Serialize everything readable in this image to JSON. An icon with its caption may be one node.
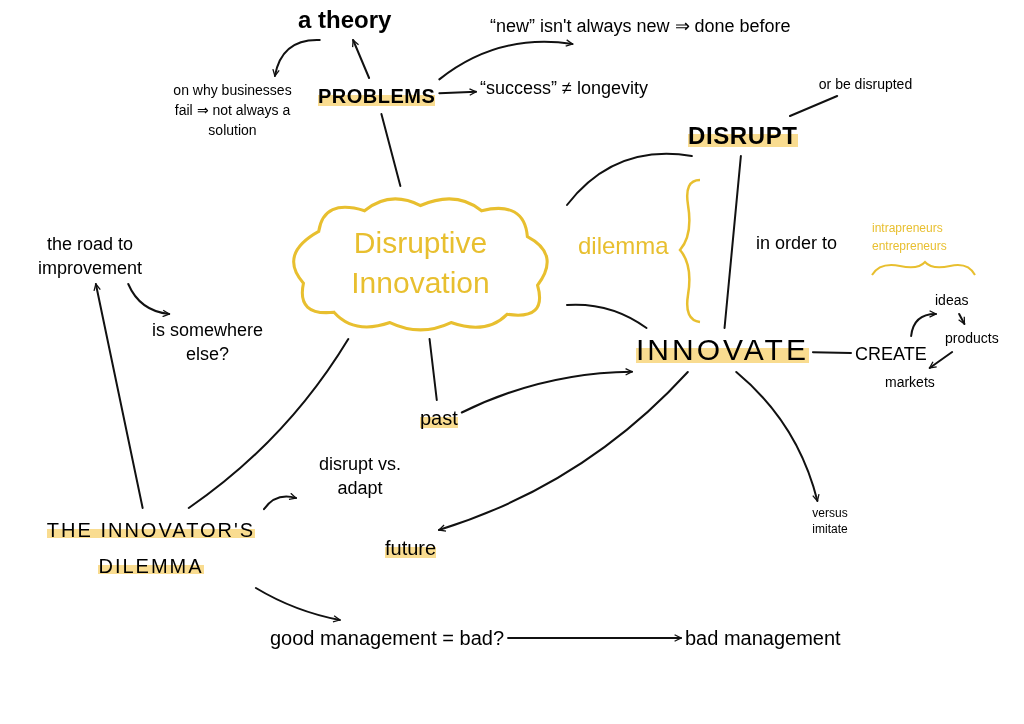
{
  "diagram": {
    "nodes": [
      {
        "text": [
          "a theory"
        ]
      },
      {
        "text": [
          "on why businesses fail ⇒ not always a solution"
        ]
      },
      {
        "text": [
          "PROBLEMS"
        ]
      },
      {
        "text": [
          "“new” isn't always new ⇒ done before"
        ]
      },
      {
        "text": [
          "“success” ≠ longevity"
        ]
      },
      {
        "text": [
          "Disruptive Innovation"
        ]
      },
      {
        "text": [
          "DISRUPT"
        ]
      },
      {
        "text": [
          "or be disrupted"
        ]
      },
      {
        "text": [
          "INNOVATE"
        ]
      },
      {
        "text": [
          "CREATE"
        ]
      },
      {
        "text": [
          "ideas"
        ]
      },
      {
        "text": [
          "products"
        ]
      },
      {
        "text": [
          "markets"
        ]
      },
      {
        "text": [
          "versus imitate"
        ]
      },
      {
        "text": [
          "past"
        ]
      },
      {
        "text": [
          "future"
        ]
      },
      {
        "text": [
          "the road to improvement"
        ]
      },
      {
        "text": [
          "is somewhere else?"
        ]
      },
      {
        "text": [
          "THE INNOVATOR'S DILEMMA"
        ]
      },
      {
        "text": [
          "disrupt vs. adapt"
        ]
      },
      {
        "text": [
          "good management = bad?"
        ]
      },
      {
        "text": [
          "bad management"
        ]
      }
    ],
    "edges": [
      {
        "from": 0,
        "to": 1,
        "arrow": "to"
      },
      {
        "from": 2,
        "to": 0,
        "arrow": "to"
      },
      {
        "from": 2,
        "to": 3,
        "arrow": "to"
      },
      {
        "from": 2,
        "to": 4,
        "arrow": "to"
      },
      {
        "from": 2,
        "to": 5,
        "arrow": "none"
      },
      {
        "from": 5,
        "to": 6,
        "arrow": "none"
      },
      {
        "from": 6,
        "to": 8,
        "arrow": "none",
        "label": "in order to"
      },
      {
        "from": 6,
        "to": 7,
        "arrow": "none"
      },
      {
        "from": 5,
        "to": 8,
        "arrow": "none"
      },
      {
        "from": 8,
        "to": 9,
        "arrow": "none"
      },
      {
        "from": 9,
        "to": 10,
        "arrow": "to"
      },
      {
        "from": 10,
        "to": 11,
        "arrow": "to"
      },
      {
        "from": 11,
        "to": 12,
        "arrow": "to"
      },
      {
        "from": 8,
        "to": 13,
        "arrow": "to"
      },
      {
        "from": 5,
        "to": 14,
        "arrow": "none"
      },
      {
        "from": 14,
        "to": 8,
        "arrow": "to"
      },
      {
        "from": 8,
        "to": 15,
        "arrow": "to"
      },
      {
        "from": 5,
        "to": 18,
        "arrow": "none"
      },
      {
        "from": 18,
        "to": 16,
        "arrow": "to"
      },
      {
        "from": 16,
        "to": 17,
        "arrow": "to"
      },
      {
        "from": 18,
        "to": 19,
        "arrow": "to"
      },
      {
        "from": 18,
        "to": 20,
        "arrow": "to"
      },
      {
        "from": 20,
        "to": 21,
        "arrow": "to"
      }
    ],
    "labels": [
      "dilemma",
      "intrapreneurs",
      "entrepreneurs"
    ]
  }
}
